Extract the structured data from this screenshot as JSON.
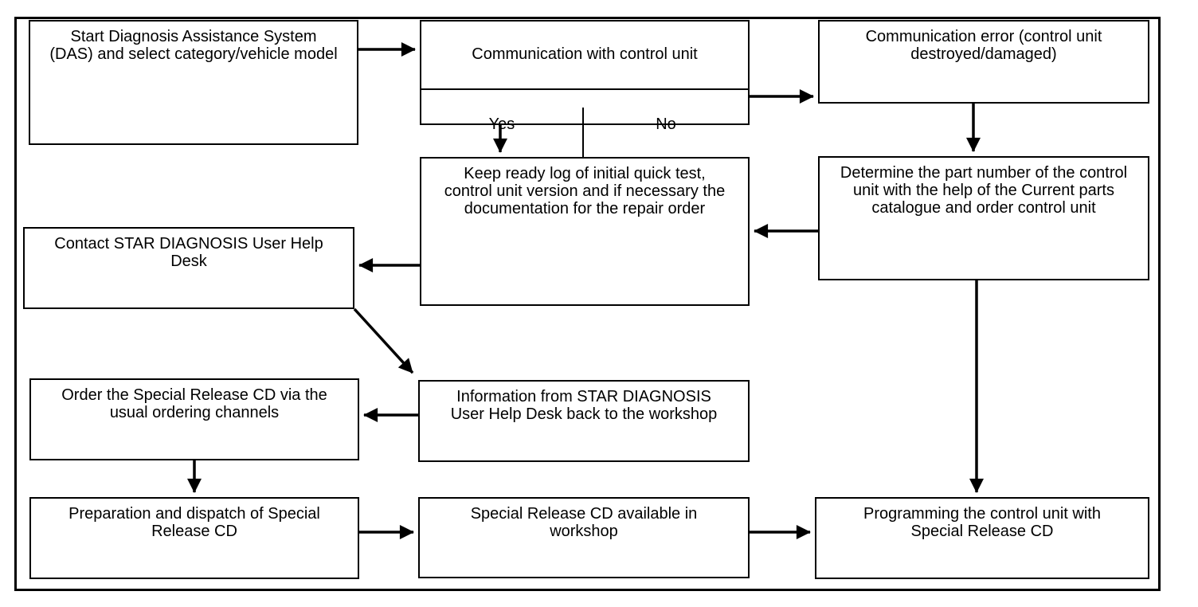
{
  "diagram": {
    "type": "flowchart",
    "colors": {
      "line": "#000000",
      "background": "#ffffff",
      "text": "#000000"
    },
    "nodes": {
      "start": {
        "label": "Start Diagnosis Assistance System\n(DAS) and select category/vehicle model"
      },
      "communication": {
        "label": "Communication with control unit",
        "yes_label": "Yes",
        "no_label": "No"
      },
      "comm_error": {
        "label": "Communication error (control unit\ndestroyed/damaged)"
      },
      "keep_log": {
        "label": "Keep ready log of initial quick test,\ncontrol unit version and if necessary the\ndocumentation for the repair order"
      },
      "determine_part": {
        "label": "Determine the part number of the control\nunit with the help of the Current parts\ncatalogue and order control unit"
      },
      "contact_help_desk": {
        "label": "Contact STAR DIAGNOSIS User Help\nDesk"
      },
      "info_back": {
        "label": "Information from STAR DIAGNOSIS\nUser Help Desk back to the workshop"
      },
      "order_cd": {
        "label": "Order the Special Release CD via the\nusual ordering channels"
      },
      "prepare_cd": {
        "label": "Preparation and dispatch of Special\nRelease CD"
      },
      "cd_available": {
        "label": "Special Release CD available in\nworkshop"
      },
      "programming": {
        "label": "Programming the control unit with\nSpecial Release CD"
      }
    },
    "edges": [
      {
        "from": "start",
        "to": "communication"
      },
      {
        "from": "communication:no",
        "to": "comm_error"
      },
      {
        "from": "communication:yes",
        "to": "keep_log"
      },
      {
        "from": "comm_error",
        "to": "determine_part"
      },
      {
        "from": "determine_part",
        "to": "keep_log"
      },
      {
        "from": "keep_log",
        "to": "contact_help_desk"
      },
      {
        "from": "contact_help_desk",
        "to": "info_back"
      },
      {
        "from": "info_back",
        "to": "order_cd"
      },
      {
        "from": "order_cd",
        "to": "prepare_cd"
      },
      {
        "from": "prepare_cd",
        "to": "cd_available"
      },
      {
        "from": "cd_available",
        "to": "programming"
      },
      {
        "from": "determine_part",
        "to": "programming"
      }
    ]
  }
}
